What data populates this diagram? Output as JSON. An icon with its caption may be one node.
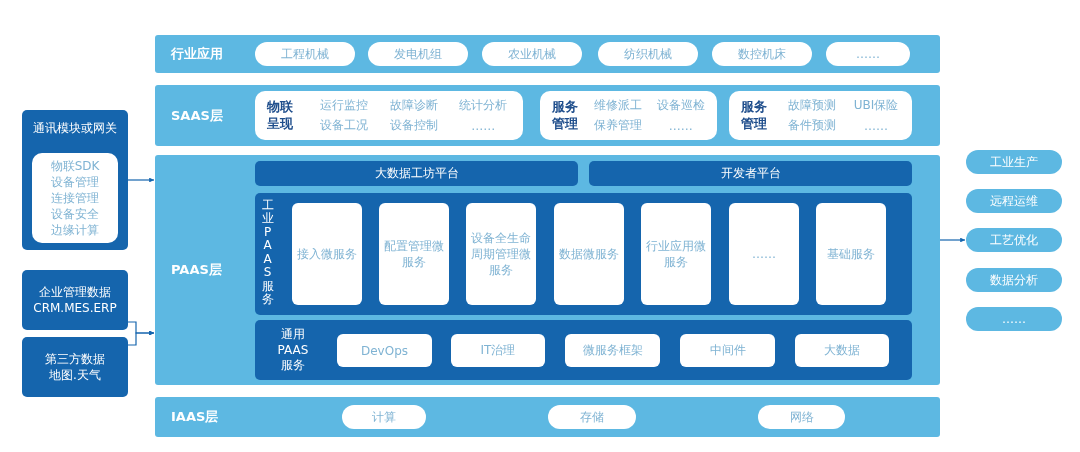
{
  "diagram": {
    "nodes": [
      {
        "text": [
          "行业应用"
        ]
      },
      {
        "text": [
          "工程机械"
        ],
        "in": 0
      },
      {
        "text": [
          "发电机组"
        ],
        "in": 0
      },
      {
        "text": [
          "农业机械"
        ],
        "in": 0
      },
      {
        "text": [
          "纺织机械"
        ],
        "in": 0
      },
      {
        "text": [
          "数控机床"
        ],
        "in": 0
      },
      {
        "text": [
          "……"
        ],
        "in": 0
      },
      {
        "text": [
          "SAAS层"
        ]
      },
      {
        "text": [
          "物联呈现",
          "运行监控",
          "故障诊断",
          "统计分析",
          "设备工况",
          "设备控制",
          "……"
        ],
        "in": 7
      },
      {
        "text": [
          "服务管理",
          "维修派工",
          "设备巡检",
          "保养管理",
          "……"
        ],
        "in": 7
      },
      {
        "text": [
          "服务管理",
          "故障预测",
          "UBI保险",
          "备件预测",
          "……"
        ],
        "in": 7
      },
      {
        "text": [
          "通讯模块或网关"
        ]
      },
      {
        "text": [
          "物联SDK",
          "设备管理",
          "连接管理",
          "设备安全",
          "边缘计算"
        ],
        "in": 11
      },
      {
        "text": [
          "企业管理数据",
          "CRM.MES.ERP"
        ]
      },
      {
        "text": [
          "第三方数据",
          "地图.天气"
        ]
      },
      {
        "text": [
          "PAAS层"
        ]
      },
      {
        "text": [
          "大数据工坊平台"
        ],
        "in": 15
      },
      {
        "text": [
          "开发者平台"
        ],
        "in": 15
      },
      {
        "text": [
          "工业PAAS服务"
        ],
        "in": 15
      },
      {
        "text": [
          "接入微服务"
        ],
        "in": 18
      },
      {
        "text": [
          "配置管理微服务"
        ],
        "in": 18
      },
      {
        "text": [
          "设备全生命周期管理微服务"
        ],
        "in": 18
      },
      {
        "text": [
          "数据微服务"
        ],
        "in": 18
      },
      {
        "text": [
          "行业应用微服务"
        ],
        "in": 18
      },
      {
        "text": [
          "……"
        ],
        "in": 18
      },
      {
        "text": [
          "基础服务"
        ],
        "in": 18
      },
      {
        "text": [
          "通用PAAS服务"
        ],
        "in": 15
      },
      {
        "text": [
          "DevOps"
        ],
        "in": 26
      },
      {
        "text": [
          "IT治理"
        ],
        "in": 26
      },
      {
        "text": [
          "微服务框架"
        ],
        "in": 26
      },
      {
        "text": [
          "中间件"
        ],
        "in": 26
      },
      {
        "text": [
          "大数据"
        ],
        "in": 26
      },
      {
        "text": [
          "IAAS层"
        ]
      },
      {
        "text": [
          "计算"
        ],
        "in": 32
      },
      {
        "text": [
          "存储"
        ],
        "in": 32
      },
      {
        "text": [
          "网络"
        ],
        "in": 32
      },
      {
        "text": [
          "工业生产"
        ]
      },
      {
        "text": [
          "远程运维"
        ]
      },
      {
        "text": [
          "工艺优化"
        ]
      },
      {
        "text": [
          "数据分析"
        ]
      },
      {
        "text": [
          "……"
        ]
      }
    ],
    "edges": [
      {
        "from": 11,
        "to": 15,
        "arrow": "to"
      },
      {
        "from": 13,
        "to": 15,
        "arrow": "to"
      },
      {
        "from": 14,
        "to": 15,
        "arrow": "to"
      },
      {
        "from": 15,
        "to": 38,
        "arrow": "to"
      }
    ]
  }
}
